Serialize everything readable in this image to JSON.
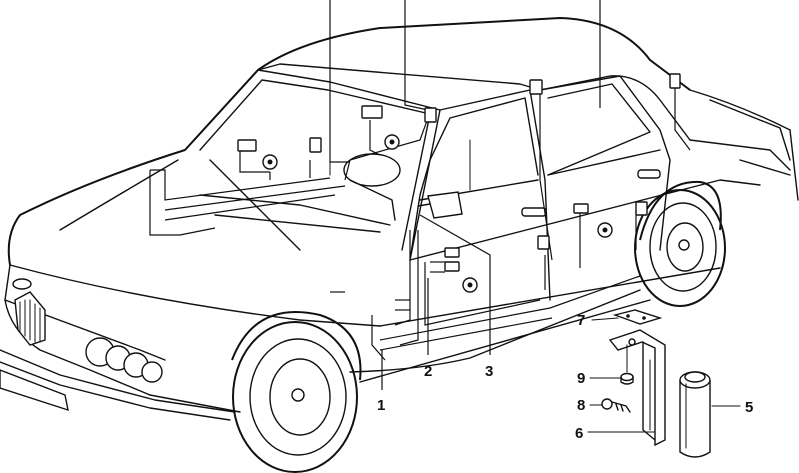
{
  "callouts": [
    {
      "id": "1",
      "label": "1"
    },
    {
      "id": "2",
      "label": "2"
    },
    {
      "id": "3",
      "label": "3"
    },
    {
      "id": "5",
      "label": "5"
    },
    {
      "id": "6",
      "label": "6"
    },
    {
      "id": "7",
      "label": "7"
    },
    {
      "id": "8",
      "label": "8"
    },
    {
      "id": "9",
      "label": "9"
    }
  ],
  "colors": {
    "line": "#111111",
    "background": "#ffffff"
  }
}
